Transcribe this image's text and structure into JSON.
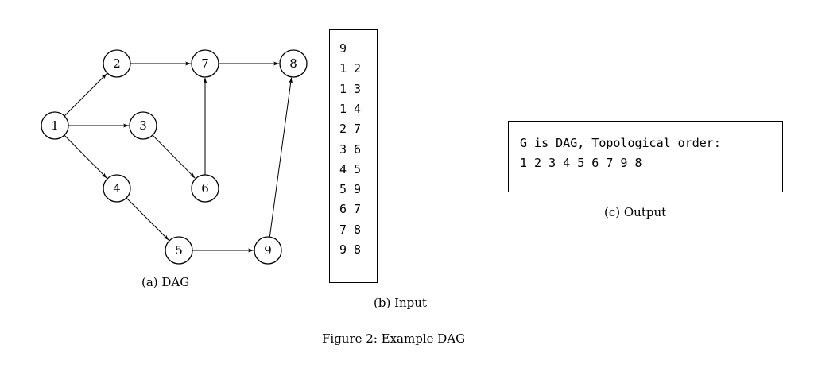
{
  "dag": {
    "caption": "(a) DAG",
    "nodes": [
      {
        "id": "1",
        "label": "1"
      },
      {
        "id": "2",
        "label": "2"
      },
      {
        "id": "3",
        "label": "3"
      },
      {
        "id": "4",
        "label": "4"
      },
      {
        "id": "5",
        "label": "5"
      },
      {
        "id": "6",
        "label": "6"
      },
      {
        "id": "7",
        "label": "7"
      },
      {
        "id": "8",
        "label": "8"
      },
      {
        "id": "9",
        "label": "9"
      }
    ],
    "edges": [
      {
        "from": "1",
        "to": "2"
      },
      {
        "from": "1",
        "to": "3"
      },
      {
        "from": "1",
        "to": "4"
      },
      {
        "from": "2",
        "to": "7"
      },
      {
        "from": "3",
        "to": "6"
      },
      {
        "from": "4",
        "to": "5"
      },
      {
        "from": "5",
        "to": "9"
      },
      {
        "from": "6",
        "to": "7"
      },
      {
        "from": "7",
        "to": "8"
      },
      {
        "from": "9",
        "to": "8"
      }
    ]
  },
  "input": {
    "caption": "(b) Input",
    "lines": [
      "9",
      "1 2",
      "1 3",
      "1 4",
      "2 7",
      "3 6",
      "4 5",
      "5 9",
      "6 7",
      "7 8",
      "9 8"
    ]
  },
  "output": {
    "caption": "(c) Output",
    "line1": "G is DAG, Topological order:",
    "line2": "1 2 3 4 5 6 7 9 8"
  },
  "figure_caption": "Figure 2: Example DAG"
}
